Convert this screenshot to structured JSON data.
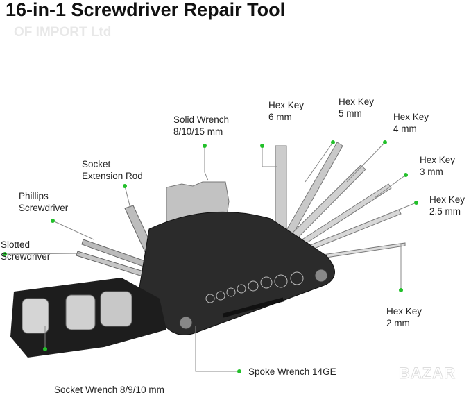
{
  "title": "16-in-1 Screwdriver Repair Tool",
  "watermark": "OF IMPORT Ltd",
  "logo_text": "BAZAR",
  "accent_color": "#22c02a",
  "callouts": [
    {
      "line1": "Solid Wrench",
      "line2": "8/10/15 mm"
    },
    {
      "line1": "Hex Key",
      "line2": "6 mm"
    },
    {
      "line1": "Hex Key",
      "line2": "5 mm"
    },
    {
      "line1": "Hex Key",
      "line2": "4 mm"
    },
    {
      "line1": "Hex Key",
      "line2": "3 mm"
    },
    {
      "line1": "Hex Key",
      "line2": "2.5 mm"
    },
    {
      "line1": "Hex Key",
      "line2": "2 mm"
    },
    {
      "line1": "Socket",
      "line2": "Extension Rod"
    },
    {
      "line1": "Phillips",
      "line2": "Screwdriver"
    },
    {
      "line1": "Slotted",
      "line2": "Screwdriver"
    },
    {
      "line1": "Socket Wrench 8/9/10 mm",
      "line2": ""
    },
    {
      "line1": "Spoke Wrench 14GE",
      "line2": ""
    }
  ]
}
